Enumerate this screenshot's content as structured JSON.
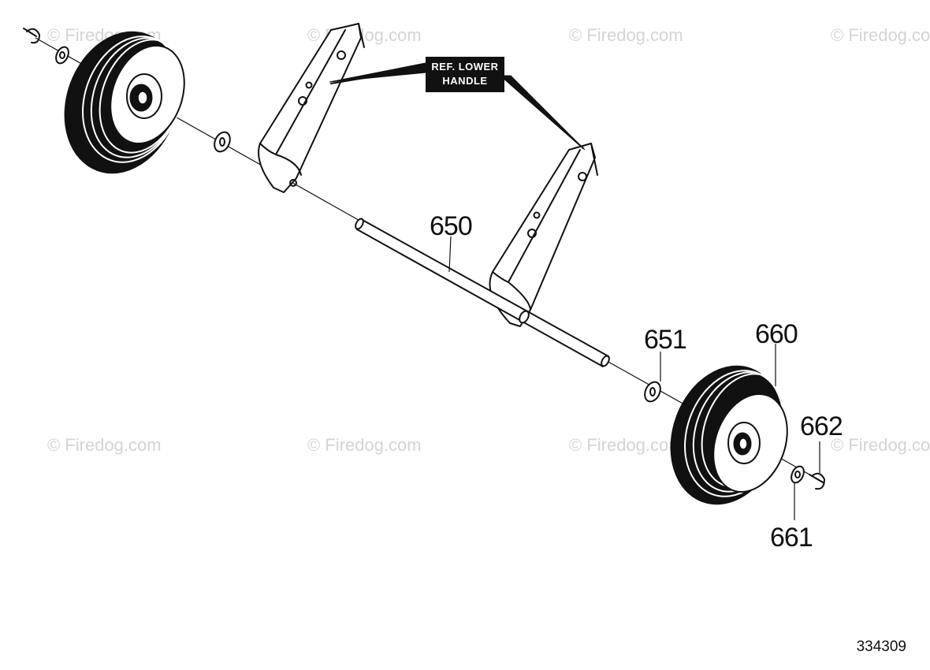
{
  "watermark_text": "© Firedog.com",
  "reference_label": {
    "line1": "REF. LOWER",
    "line2": "HANDLE"
  },
  "callouts": {
    "axle": "650",
    "washer_inner": "651",
    "wheel": "660",
    "washer_outer": "661",
    "clip": "662"
  },
  "diagram_id": "334309",
  "colors": {
    "ink": "#111111",
    "watermark": "#d4d4d4",
    "label_bg": "#111111"
  }
}
